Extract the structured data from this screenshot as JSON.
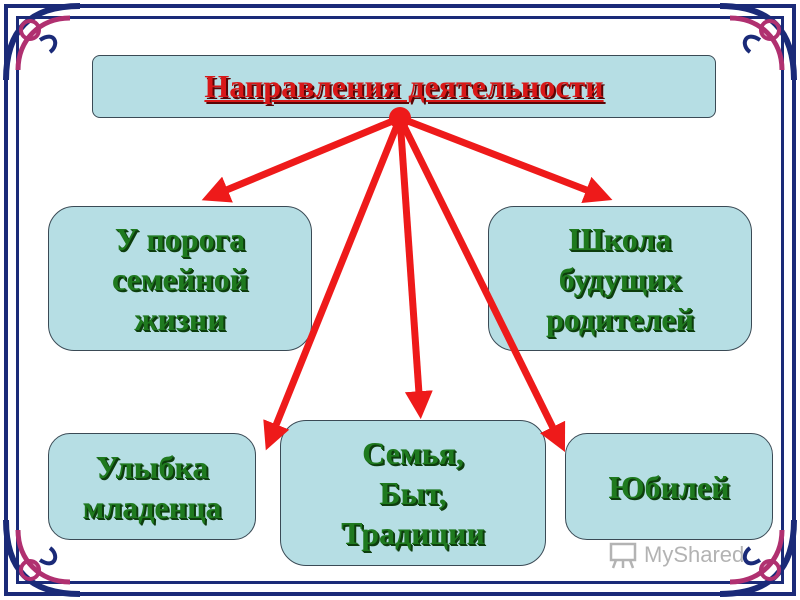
{
  "title": "Направления деятельности",
  "boxes": {
    "threshold": "У порога\nсемейной\nжизни",
    "school": "Школа\nбудущих\nродителей",
    "smile": "Улыбка\nмладенца",
    "family": "Семья,\nБыт,\nТрадиции",
    "jubilee": "Юбилей"
  },
  "watermark": "MyShared",
  "colors": {
    "box_fill": "#b6dee4",
    "arrow": "#ee1a1a",
    "title_text": "#d81818",
    "box_text": "#1f7a1f",
    "frame": "#1a2a78",
    "ornament_pink": "#b03070"
  }
}
